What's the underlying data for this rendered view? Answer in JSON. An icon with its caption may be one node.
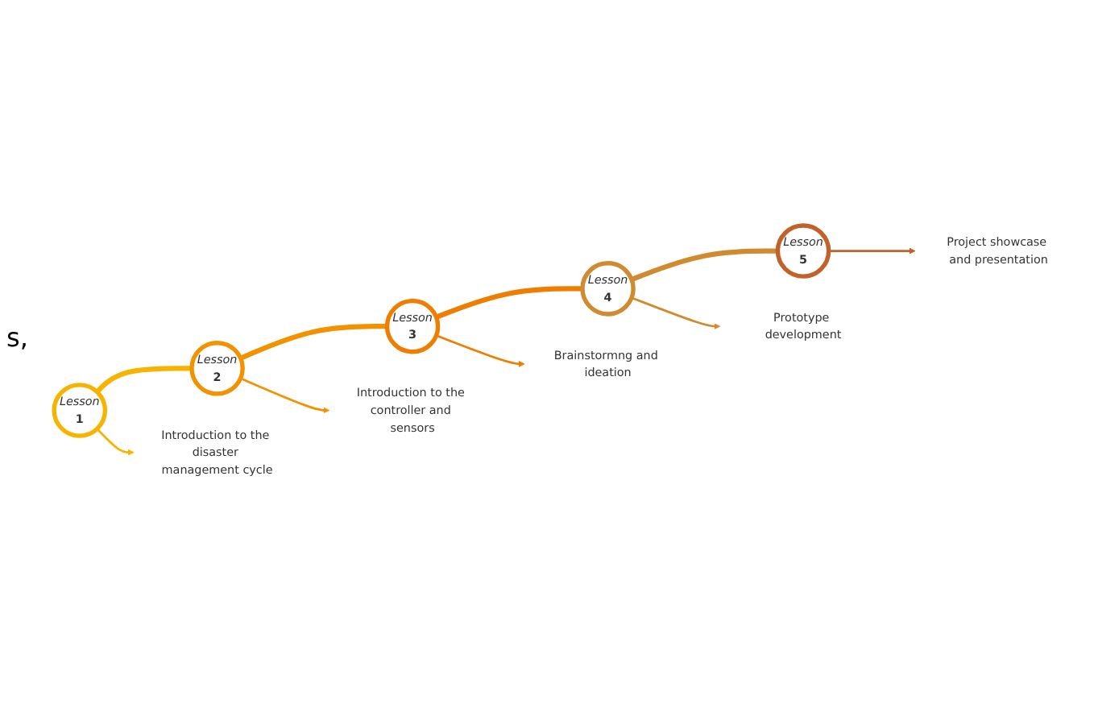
{
  "diagram": {
    "nodes": [
      {
        "text": [
          "Lesson",
          "1"
        ]
      },
      {
        "text": [
          "Lesson",
          "2"
        ]
      },
      {
        "text": [
          "Lesson",
          "3"
        ]
      },
      {
        "text": [
          "Lesson",
          "4"
        ]
      },
      {
        "text": [
          "Lesson",
          "5"
        ]
      },
      {
        "text": [
          "Introduction to the disaster management cycle"
        ]
      },
      {
        "text": [
          "Introduction to the controller and sensors"
        ]
      },
      {
        "text": [
          "Brainstormng and ideation"
        ]
      },
      {
        "text": [
          "Prototype development"
        ]
      },
      {
        "text": [
          "Project showcase and presentation"
        ]
      }
    ],
    "edges": [
      {
        "from": 0,
        "to": 1,
        "arrow": "none",
        "style": "thick",
        "color": "#f6b400"
      },
      {
        "from": 1,
        "to": 2,
        "arrow": "none",
        "style": "thick",
        "color": "#f39200"
      },
      {
        "from": 2,
        "to": 3,
        "arrow": "none",
        "style": "thick",
        "color": "#ee7d00"
      },
      {
        "from": 3,
        "to": 4,
        "arrow": "none",
        "style": "thick",
        "color": "#d08a30"
      },
      {
        "from": 0,
        "to": 5,
        "arrow": "to",
        "color": "#f6b400"
      },
      {
        "from": 1,
        "to": 6,
        "arrow": "to",
        "color": "#f39200"
      },
      {
        "from": 2,
        "to": 7,
        "arrow": "to",
        "color": "#ee7d00"
      },
      {
        "from": 3,
        "to": 8,
        "arrow": "to",
        "color": "#d08a30"
      },
      {
        "from": 4,
        "to": 9,
        "arrow": "to",
        "color": "#c0622a"
      }
    ],
    "labels": [
      "s,"
    ]
  }
}
